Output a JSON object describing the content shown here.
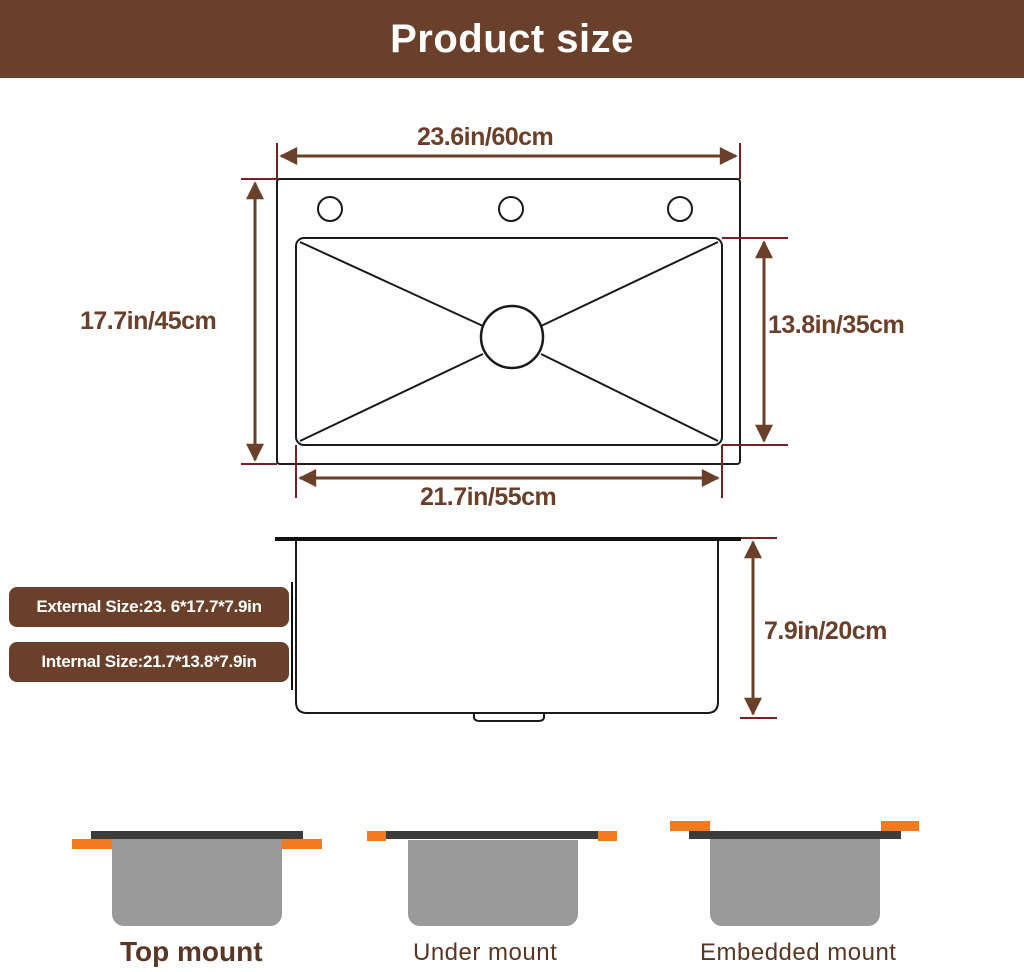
{
  "header": {
    "title": "Product size",
    "background": "#6b402a"
  },
  "top_view": {
    "overall_width": "23.6in/60cm",
    "overall_depth": "17.7in/45cm",
    "bowl_width": "21.7in/55cm",
    "bowl_depth": "13.8in/35cm",
    "faucet_holes": 3
  },
  "side_view": {
    "height": "7.9in/20cm"
  },
  "specs": {
    "external": "External Size:23. 6*17.7*7.9in",
    "internal": "Internal Size:21.7*13.8*7.9in"
  },
  "mount_types": [
    {
      "label": "Top mount"
    },
    {
      "label": "Under mount"
    },
    {
      "label": "Embedded mount"
    }
  ],
  "colors": {
    "brand_brown": "#6b402a",
    "arrow": "#6b402a",
    "tick": "#7a1f24",
    "countertop": "#f47a20",
    "basin": "#9a9a9a",
    "rim": "#3c3c3c"
  }
}
